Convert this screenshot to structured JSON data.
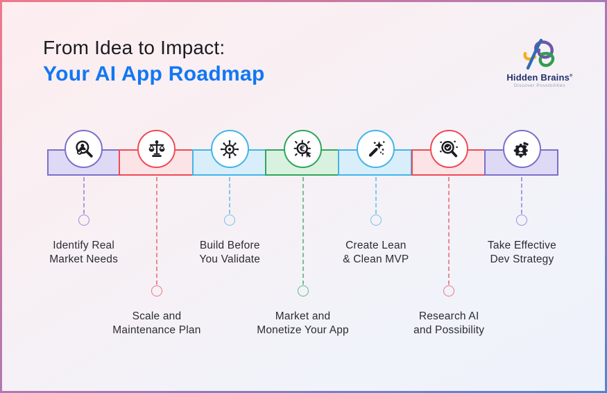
{
  "header": {
    "title_line1": "From Idea to Impact:",
    "title_line2": "Your AI App Roadmap",
    "title_color": "#1b1b22",
    "subtitle_color": "#1277f3"
  },
  "logo": {
    "brand": "Hidden Brains",
    "reg_mark": "®",
    "tagline": "Discover Possibilities"
  },
  "steps": [
    {
      "label_line1": "Identify Real",
      "label_line2": "Market Needs",
      "icon": "market-research-icon",
      "color": "#7b70c9",
      "fill": "#ded9f5",
      "label_position": "top"
    },
    {
      "label_line1": "Scale and",
      "label_line2": "Maintenance Plan",
      "icon": "balance-scale-icon",
      "color": "#ee4b56",
      "fill": "#fbe3e6",
      "label_position": "bottom"
    },
    {
      "label_line1": "Build Before",
      "label_line2": "You Validate",
      "icon": "ai-network-icon",
      "color": "#43b4e9",
      "fill": "#d8eefa",
      "label_position": "top"
    },
    {
      "label_line1": "Market and",
      "label_line2": "Monetize Your App",
      "icon": "monetize-icon",
      "color": "#2ea65a",
      "fill": "#d9f2e0",
      "label_position": "bottom"
    },
    {
      "label_line1": "Create Lean",
      "label_line2": "& Clean MVP",
      "icon": "magic-wand-icon",
      "color": "#43b4e9",
      "fill": "#d8eefa",
      "label_position": "top"
    },
    {
      "label_line1": "Research AI",
      "label_line2": "and Possibility",
      "icon": "ai-research-icon",
      "color": "#ee4b56",
      "fill": "#fbe3e6",
      "label_position": "bottom"
    },
    {
      "label_line1": "Take Effective",
      "label_line2": "Dev Strategy",
      "icon": "dev-strategy-icon",
      "color": "#7b70c9",
      "fill": "#ded9f5",
      "label_position": "top"
    }
  ]
}
